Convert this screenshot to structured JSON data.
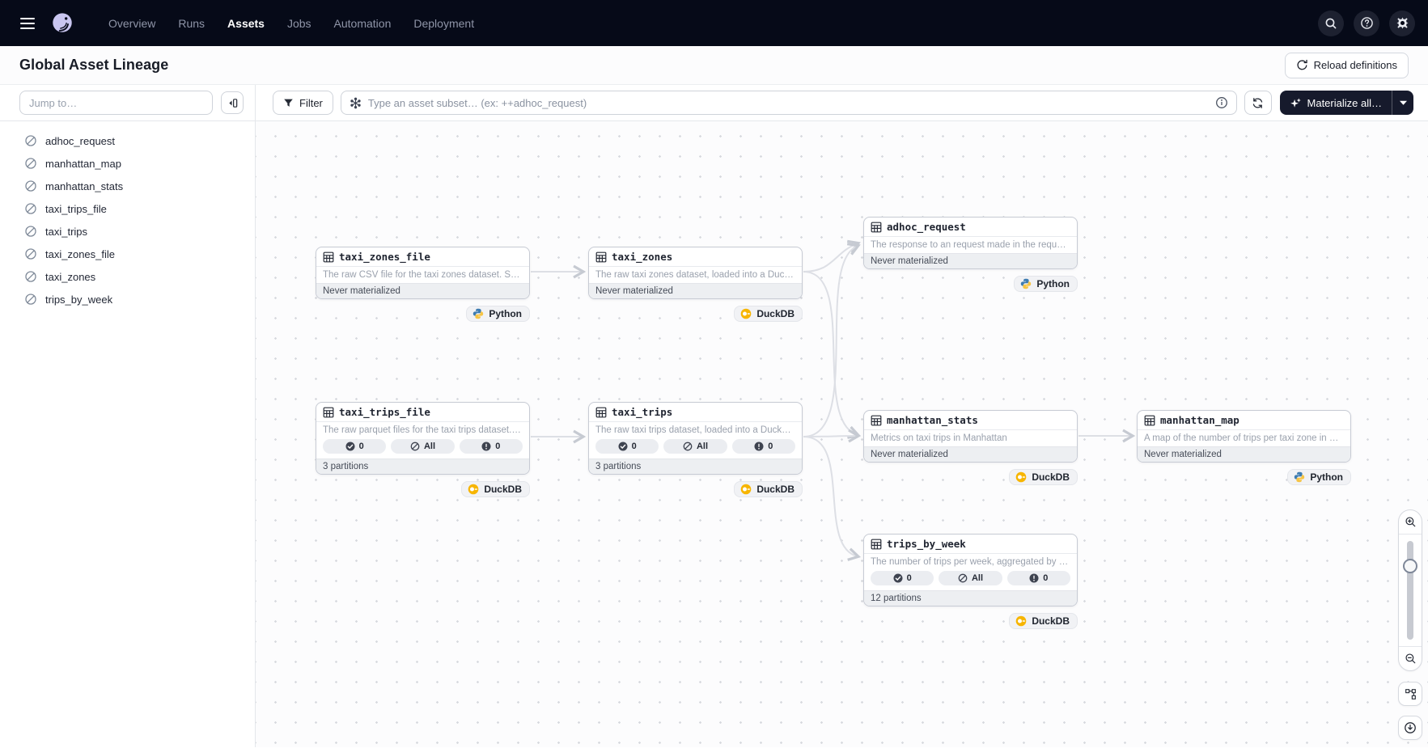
{
  "topnav": {
    "items": [
      {
        "label": "Overview"
      },
      {
        "label": "Runs"
      },
      {
        "label": "Assets"
      },
      {
        "label": "Jobs"
      },
      {
        "label": "Automation"
      },
      {
        "label": "Deployment"
      }
    ]
  },
  "header": {
    "title": "Global Asset Lineage",
    "reload_label": "Reload definitions"
  },
  "sidebar": {
    "jump_placeholder": "Jump to…",
    "assets": [
      "adhoc_request",
      "manhattan_map",
      "manhattan_stats",
      "taxi_trips_file",
      "taxi_trips",
      "taxi_zones_file",
      "taxi_zones",
      "trips_by_week"
    ]
  },
  "toolbar": {
    "filter_label": "Filter",
    "search_placeholder": "Type an asset subset… (ex: ++adhoc_request)",
    "materialize_label": "Materialize all…"
  },
  "graph": {
    "nodes": [
      {
        "name": "taxi_zones_file",
        "description": "The raw CSV file for the taxi zones dataset. Sour…",
        "footer": "Never materialized",
        "badge": "Python"
      },
      {
        "name": "taxi_zones",
        "description": "The raw taxi zones dataset, loaded into a DuckD…",
        "footer": "Never materialized",
        "badge": "DuckDB"
      },
      {
        "name": "adhoc_request",
        "description": "The response to an request made in the requests…",
        "footer": "Never materialized",
        "badge": "Python"
      },
      {
        "name": "taxi_trips_file",
        "description": "The raw parquet files for the taxi trips dataset. S…",
        "pills": {
          "materialized": "0",
          "missing": "All",
          "failed": "0"
        },
        "footer": "3 partitions",
        "badge": "DuckDB"
      },
      {
        "name": "taxi_trips",
        "description": "The raw taxi trips dataset, loaded into a DuckDB …",
        "pills": {
          "materialized": "0",
          "missing": "All",
          "failed": "0"
        },
        "footer": "3 partitions",
        "badge": "DuckDB"
      },
      {
        "name": "manhattan_stats",
        "description": "Metrics on taxi trips in Manhattan",
        "footer": "Never materialized",
        "badge": "DuckDB"
      },
      {
        "name": "manhattan_map",
        "description": "A map of the number of trips per taxi zone in Ma…",
        "footer": "Never materialized",
        "badge": "Python"
      },
      {
        "name": "trips_by_week",
        "description": "The number of trips per week, aggregated by we…",
        "pills": {
          "materialized": "0",
          "missing": "All",
          "failed": "0"
        },
        "footer": "12 partitions",
        "badge": "DuckDB"
      }
    ]
  },
  "colors": {
    "nav_bg": "#060A18",
    "accent_dark": "#161A2C",
    "python_blue": "#3E7CB1",
    "python_yellow": "#F6C444",
    "duckdb_amber": "#F7B500",
    "edge": "#DDDFE5"
  }
}
